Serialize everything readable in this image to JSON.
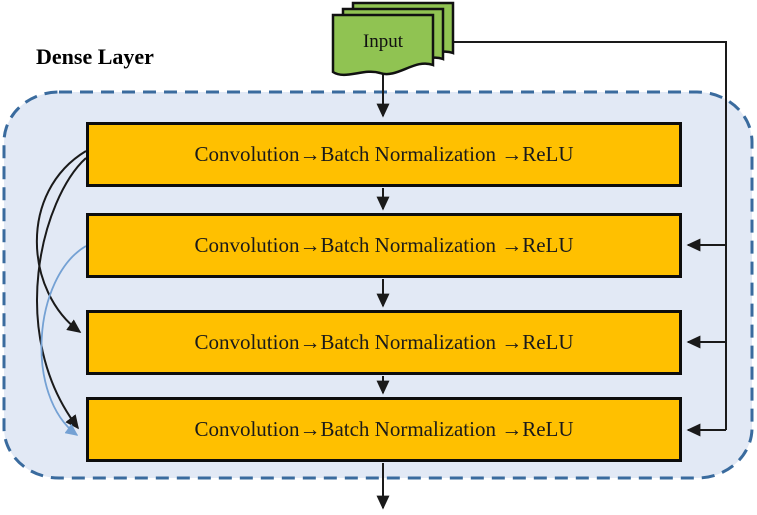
{
  "diagram": {
    "container_label": "Dense Layer",
    "input_label": "Input",
    "blocks": [
      {
        "id": "block-1",
        "label": "Convolution→Batch Normalization →ReLU"
      },
      {
        "id": "block-2",
        "label": "Convolution→Batch Normalization →ReLU"
      },
      {
        "id": "block-3",
        "label": "Convolution→Batch Normalization →ReLU"
      },
      {
        "id": "block-4",
        "label": "Convolution→Batch Normalization →ReLU"
      }
    ],
    "connections": [
      {
        "from": "input",
        "to": "block-1",
        "type": "direct-down",
        "color": "black"
      },
      {
        "from": "block-1",
        "to": "block-2",
        "type": "direct-down",
        "color": "black"
      },
      {
        "from": "block-2",
        "to": "block-3",
        "type": "direct-down",
        "color": "black"
      },
      {
        "from": "block-3",
        "to": "block-4",
        "type": "direct-down",
        "color": "black"
      },
      {
        "from": "block-4",
        "to": "output",
        "type": "direct-down",
        "color": "black"
      },
      {
        "from": "input",
        "to": "block-2",
        "type": "feed-right-side",
        "color": "black"
      },
      {
        "from": "input",
        "to": "block-3",
        "type": "feed-right-side",
        "color": "black"
      },
      {
        "from": "input",
        "to": "block-4",
        "type": "feed-right-side",
        "color": "black"
      },
      {
        "from": "block-1",
        "to": "block-3",
        "type": "skip-left-curve",
        "color": "black"
      },
      {
        "from": "block-1",
        "to": "block-4",
        "type": "skip-left-curve",
        "color": "black"
      },
      {
        "from": "block-2",
        "to": "block-4",
        "type": "skip-left-curve",
        "color": "blue"
      }
    ],
    "colors": {
      "block_fill": "#FFC000",
      "block_border": "#0d0d0d",
      "container_fill": "#E2E9F5",
      "container_border": "#3A6B9E",
      "input_fill": "#90C352",
      "input_border": "#111111",
      "connector_black": "#1a1a1a",
      "connector_blue": "#74A1D4"
    }
  }
}
